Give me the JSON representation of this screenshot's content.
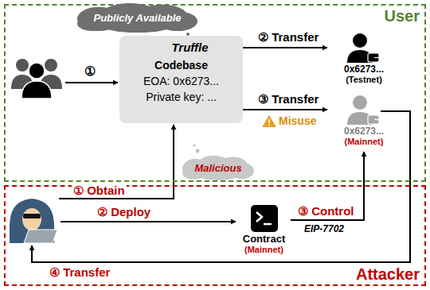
{
  "diagram": {
    "nodes": [
      {
        "text": [
          "User"
        ]
      },
      {
        "text": [
          "Publicly Available"
        ]
      },
      {
        "text": [
          "Truffle",
          "Codebase",
          "EOA: 0x6273...",
          "Private key: ..."
        ],
        "in": 0
      },
      {
        "text": [
          "0x6273...",
          "(Testnet)"
        ],
        "in": 0
      },
      {
        "text": [
          "0x6273...",
          "(Mainnet)"
        ],
        "in": 0
      },
      {
        "text": [
          "Attacker"
        ]
      },
      {
        "text": [
          "Malicious"
        ]
      },
      {
        "text": [
          "Contract",
          "(Mainnet)"
        ],
        "in": 5
      }
    ],
    "edges": [
      {
        "from": 2,
        "to": 3,
        "arrow": "to",
        "label": "② Transfer"
      },
      {
        "from": 2,
        "to": 4,
        "arrow": "to",
        "label": "③ Transfer"
      },
      {
        "from": 7,
        "to": 4,
        "arrow": "to",
        "label": "③ Control"
      }
    ],
    "labels": [
      "①",
      "Misuse",
      "① Obtain",
      "② Deploy",
      "EIP-7702",
      "④ Transfer"
    ]
  }
}
